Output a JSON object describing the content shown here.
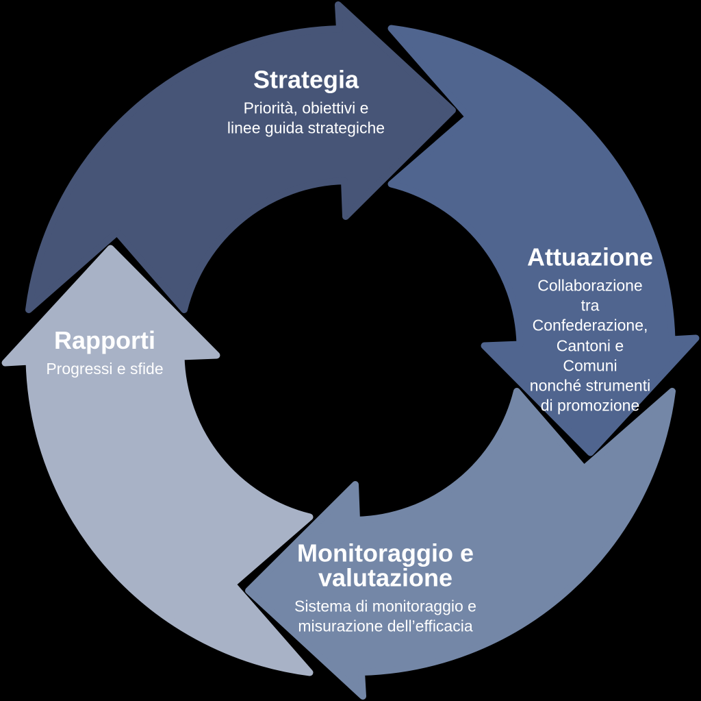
{
  "background_color": "#000000",
  "text_color": "#ffffff",
  "diagram": {
    "type": "cycle",
    "direction": "clockwise",
    "segments": [
      {
        "id": "strategia",
        "position": "top",
        "title": "Strategia",
        "subtitle": "Priorità, obiettivi e\nlinee guida strategiche",
        "color": "#475577"
      },
      {
        "id": "attuazione",
        "position": "right",
        "title": "Attuazione",
        "subtitle": "Collaborazione tra\nConfederazione,\nCantoni e Comuni\nnonché strumenti\ndi promozione",
        "color": "#50658f"
      },
      {
        "id": "monitoraggio",
        "position": "bottom",
        "title": "Monitoraggio e\nvalutazione",
        "subtitle": "Sistema di monitoraggio e\nmisurazione dell’efficacia",
        "color": "#7487a7"
      },
      {
        "id": "rapporti",
        "position": "left",
        "title": "Rapporti",
        "subtitle": "Progressi e sfide",
        "color": "#a8b2c6"
      }
    ]
  }
}
